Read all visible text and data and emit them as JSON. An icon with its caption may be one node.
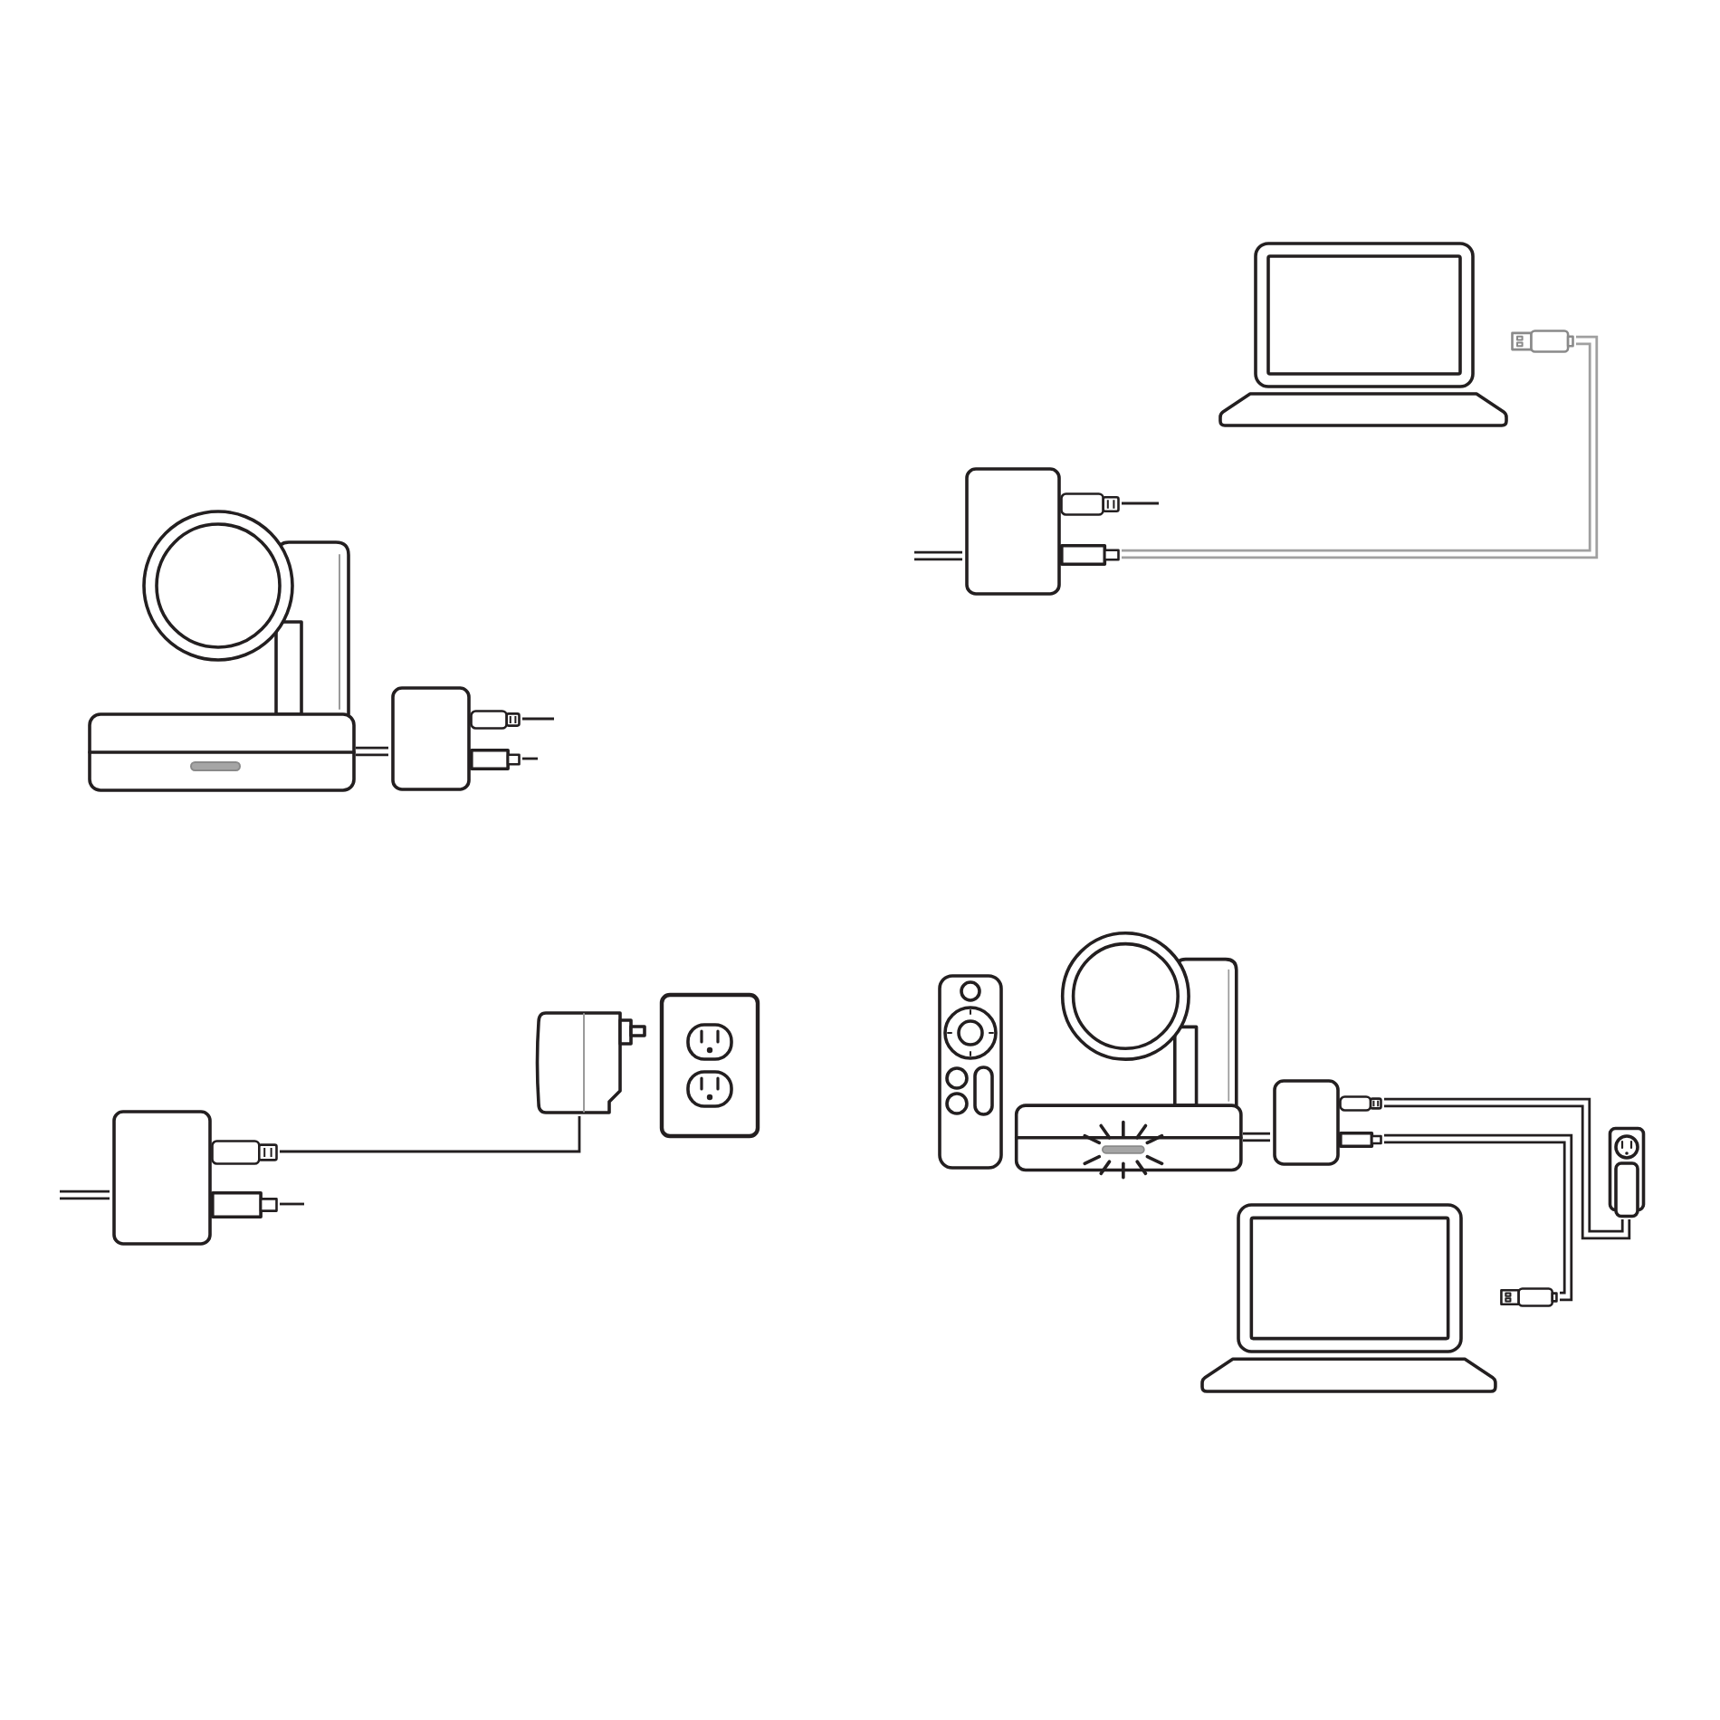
{
  "diagram": {
    "nodes": [
      {
        "text": [],
        "shape": "picture"
      },
      {
        "text": [],
        "shape": "box"
      },
      {
        "text": [],
        "shape": "picture"
      },
      {
        "text": [],
        "shape": "box"
      },
      {
        "text": [],
        "shape": "box"
      },
      {
        "text": [],
        "shape": "picture"
      },
      {
        "text": [],
        "shape": "picture"
      },
      {
        "text": [],
        "shape": "picture"
      },
      {
        "text": [],
        "shape": "picture"
      },
      {
        "text": [],
        "shape": "box"
      },
      {
        "text": [],
        "shape": "picture"
      },
      {
        "text": [],
        "shape": "picture"
      }
    ],
    "edges": [
      {
        "from": 0,
        "to": 1,
        "arrow": "none"
      },
      {
        "from": 1,
        "to": null,
        "arrow": "none"
      },
      {
        "from": 1,
        "to": null,
        "arrow": "none"
      },
      {
        "from": 3,
        "to": 2,
        "arrow": "none",
        "color": "#a0a0a0"
      },
      {
        "from": 3,
        "to": null,
        "arrow": "none"
      },
      {
        "from": 3,
        "to": null,
        "arrow": "none"
      },
      {
        "from": 4,
        "to": 5,
        "arrow": "none"
      },
      {
        "from": 4,
        "to": null,
        "arrow": "none"
      },
      {
        "from": 4,
        "to": null,
        "arrow": "none"
      },
      {
        "from": 8,
        "to": 9,
        "arrow": "none"
      },
      {
        "from": 9,
        "to": 10,
        "arrow": "none"
      },
      {
        "from": 9,
        "to": 11,
        "arrow": "none"
      }
    ]
  }
}
